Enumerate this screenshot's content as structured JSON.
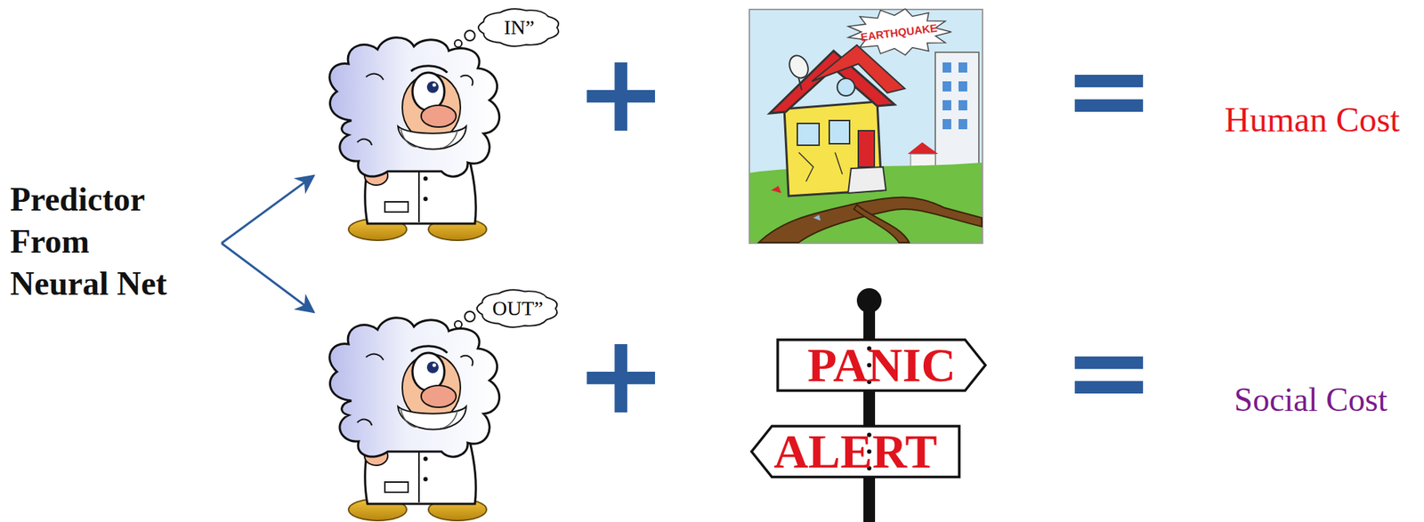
{
  "diagram": {
    "nodes": [
      {
        "text": [
          "IN”"
        ]
      },
      {
        "text": [
          "EARTHQUAKE"
        ]
      },
      {
        "text": [
          "OUT”"
        ]
      },
      {
        "text": [
          "PANIC"
        ]
      },
      {
        "text": [
          "ALERT"
        ]
      }
    ],
    "labels": [
      "Predictor From Neural Net",
      "+",
      "=",
      "Human Cost",
      "+",
      "=",
      "Social Cost"
    ]
  }
}
